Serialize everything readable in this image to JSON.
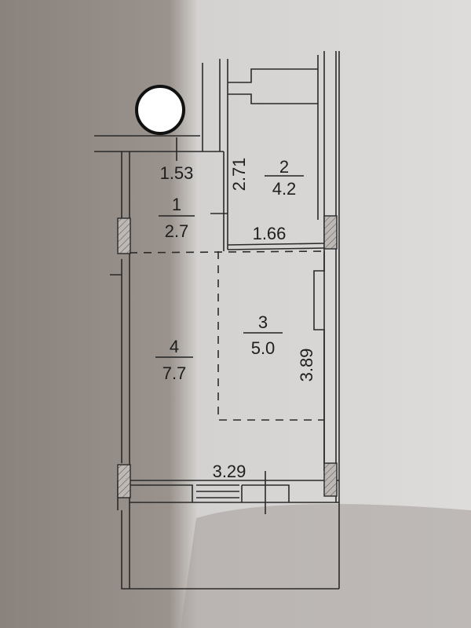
{
  "rooms": [
    {
      "number": "1",
      "area": "2.7"
    },
    {
      "number": "2",
      "area": "4.2"
    },
    {
      "number": "3",
      "area": "5.0"
    },
    {
      "number": "4",
      "area": "7.7"
    }
  ],
  "dimensions": {
    "d1": "1.53",
    "d2": "2.71",
    "d3": "1.66",
    "d4": "3.89",
    "d5": "3.29"
  },
  "colors": {
    "paper_shadow": "#8d8580",
    "paper_light": "#dcdad8",
    "ink": "#2a2a2a"
  }
}
